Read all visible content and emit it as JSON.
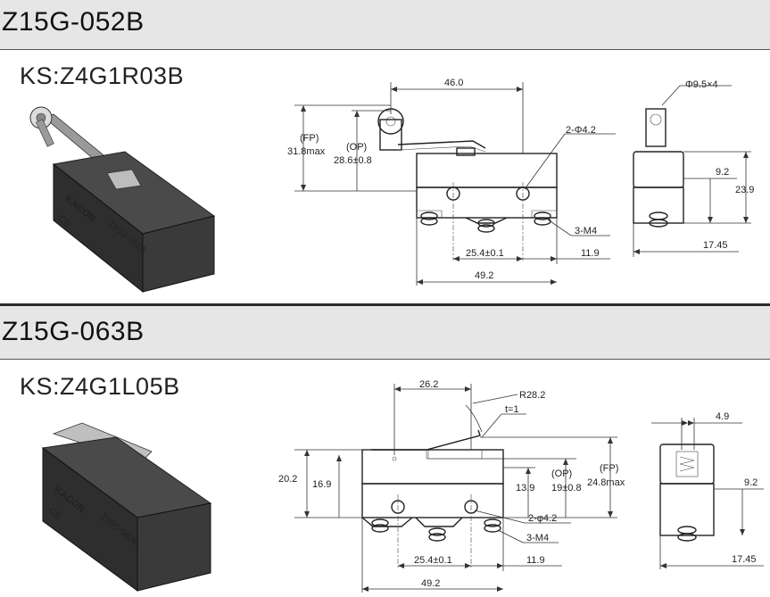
{
  "section1": {
    "title": "Z15G-052B",
    "code": "KS:Z4G1R03B",
    "brand": "KACON",
    "model_print": "Z15G-052B",
    "dims": {
      "top_width": "46.0",
      "hole_spec": "2-Φ4.2",
      "fp_label": "(FP)",
      "fp_value": "31.8max",
      "op_label": "(OP)",
      "op_value": "28.6±0.8",
      "mount_pitch": "25.4±0.1",
      "mount_offset": "11.9",
      "body_length": "49.2",
      "screw_spec": "3-M4",
      "roller_spec": "Φ9.5×4",
      "side_hole": "9.2",
      "side_height": "23.9",
      "side_width": "17.45"
    }
  },
  "section2": {
    "title": "Z15G-063B",
    "code": "KS:Z4G1L05B",
    "brand": "KACON",
    "model_print": "Z15G-063B",
    "dims": {
      "lever_offset": "26.2",
      "radius": "R28.2",
      "thickness": "t=1",
      "height_total": "20.2",
      "height_body": "16.9",
      "hole_height": "13.9",
      "op_label": "(OP)",
      "op_value": "19±0.8",
      "fp_label": "(FP)",
      "fp_value": "24.8max",
      "hole_spec": "2-φ4.2",
      "screw_spec": "3-M4",
      "mount_pitch": "25.4±0.1",
      "mount_offset": "11.9",
      "body_length": "49.2",
      "side_top": "4.9",
      "side_hole": "9.2",
      "side_width": "17.45"
    }
  },
  "colors": {
    "header_bg": "#e6e6e6",
    "line": "#222222",
    "body_dark": "#2e2e2e"
  }
}
